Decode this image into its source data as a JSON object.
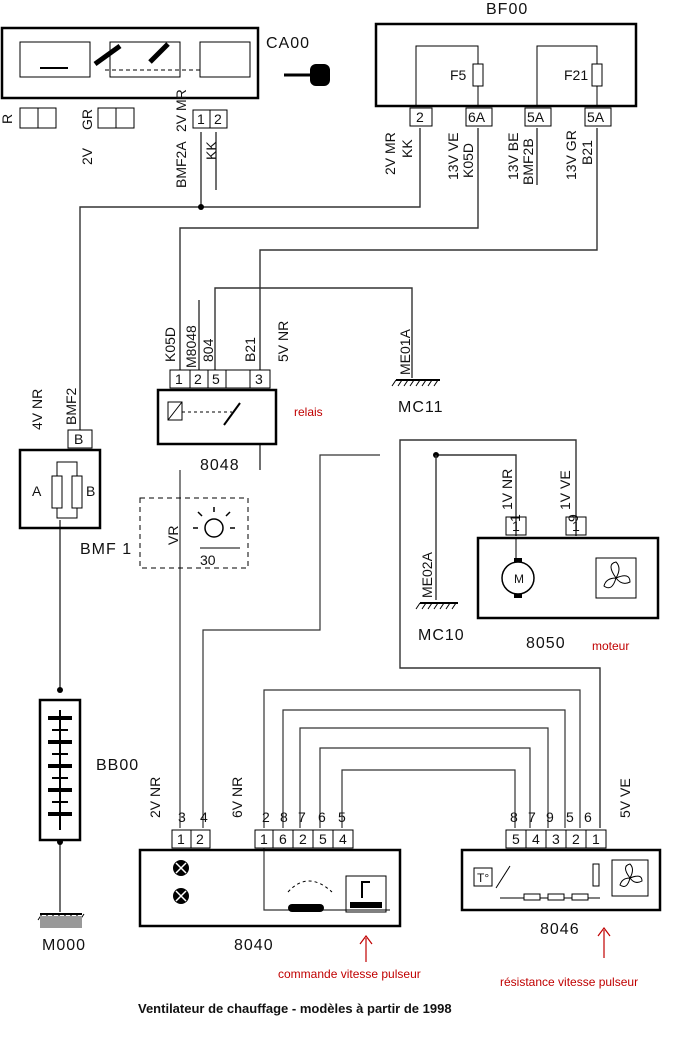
{
  "components": {
    "ca00": "CA00",
    "bf00": "BF00",
    "bmf1": "BMF 1",
    "bb00": "BB00",
    "m000": "M000",
    "relay": "8048",
    "me01a": "ME01A",
    "mc11": "MC11",
    "me02a": "ME02A",
    "mc10": "MC10",
    "motor": "8050",
    "control": "8040",
    "resistor": "8046",
    "vr": "VR",
    "vr_pin": "30",
    "motor_symbol": "M",
    "fuse_f5": "F5",
    "fuse_f21": "F21"
  },
  "connectors": {
    "ca00_left_1": "R",
    "ca00_left_2": "GR",
    "ca00_pins": [
      "1",
      "2"
    ],
    "bf00_pins": [
      "2",
      "6A",
      "5A",
      "5A"
    ],
    "bmf1_pins": [
      "B",
      "A",
      "B"
    ],
    "relay_pins": [
      "1",
      "2",
      "5",
      "3"
    ],
    "motor_pins": [
      "1",
      "1"
    ],
    "control_pins_left": [
      "1",
      "2"
    ],
    "control_pins_right": [
      "1",
      "6",
      "2",
      "5",
      "4"
    ],
    "resistor_pins": [
      "5",
      "4",
      "3",
      "2",
      "1"
    ]
  },
  "wire_labels": {
    "w_2v": "2V",
    "w_2v_mr_bmf2a": "2V   MR",
    "w_bmf2a": "BMF2A",
    "w_kk": "KK",
    "bf_2v_mr": "2V   MR",
    "bf_kk": "KK",
    "bf_13v_ve": "13V   VE",
    "bf_k05d": "K05D",
    "bf_13v_be": "13V   BE",
    "bf_bmf2b": "BMF2B",
    "bf_13v_gr": "13V   GR",
    "bf_b21": "B21",
    "relay_k05d": "K05D",
    "relay_m8048": "M8048",
    "relay_804": "804",
    "relay_b21": "B21",
    "relay_5v_nr": "5V   NR",
    "bmf_4v_nr": "4V   NR",
    "bmf_bmf2": "BMF2",
    "motor_1v_nr": "1V   NR",
    "motor_1v_ve": "1V   VE",
    "motor_1": "1",
    "motor_9": "9",
    "ctrl_2v_nr": "2V   NR",
    "ctrl_3": "3",
    "ctrl_4": "4",
    "ctrl_6v_nr": "6V   NR",
    "ctrl_2": "2",
    "ctrl_8": "8",
    "ctrl_7": "7",
    "ctrl_6": "6",
    "ctrl_5": "5",
    "res_8": "8",
    "res_7": "7",
    "res_9": "9",
    "res_5": "5",
    "res_6": "6",
    "res_5v_ve": "5V   VE"
  },
  "annotations": {
    "relais": "relais",
    "moteur": "moteur",
    "commande": "commande vitesse pulseur",
    "resistance": "résistance vitesse pulseur",
    "caption": "Ventilateur de chauffage - modèles à partir de 1998"
  }
}
